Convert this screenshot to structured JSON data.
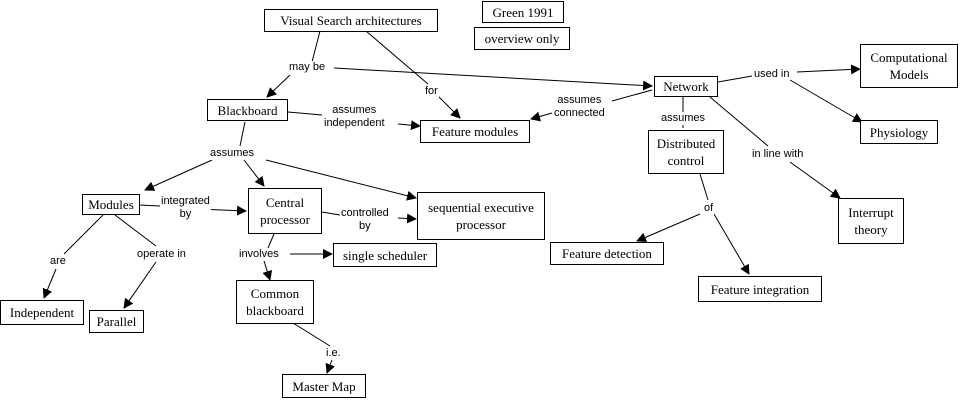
{
  "nodes": {
    "visual_search": "Visual Search architectures",
    "green": "Green 1991",
    "overview": "overview only",
    "blackboard": "Blackboard",
    "feature_modules": "Feature modules",
    "network": "Network",
    "computational_models": "Computational\nModels",
    "physiology": "Physiology",
    "distributed_control": "Distributed\ncontrol",
    "modules": "Modules",
    "central_processor": "Central\nprocessor",
    "sequential_executive": "sequential executive\nprocessor",
    "interrupt_theory": "Interrupt\ntheory",
    "feature_detection": "Feature detection",
    "feature_integration": "Feature integration",
    "single_scheduler": "single scheduler",
    "common_blackboard": "Common\nblackboard",
    "independent": "Independent",
    "parallel": "Parallel",
    "master_map": "Master Map"
  },
  "edge_labels": {
    "may_be": "may be",
    "for": "for",
    "assumes_independent": "assumes\nindependent",
    "assumes_connected": "assumes\nconnected",
    "used_in": "used in",
    "assumes_dc": "assumes",
    "in_line_with": "in line with",
    "assumes_bb": "assumes",
    "integrated_by": "integrated\nby",
    "controlled_by": "controlled\nby",
    "of": "of",
    "are": "are",
    "operate_in": "operate in",
    "involves": "involves",
    "ie": "i.e."
  }
}
